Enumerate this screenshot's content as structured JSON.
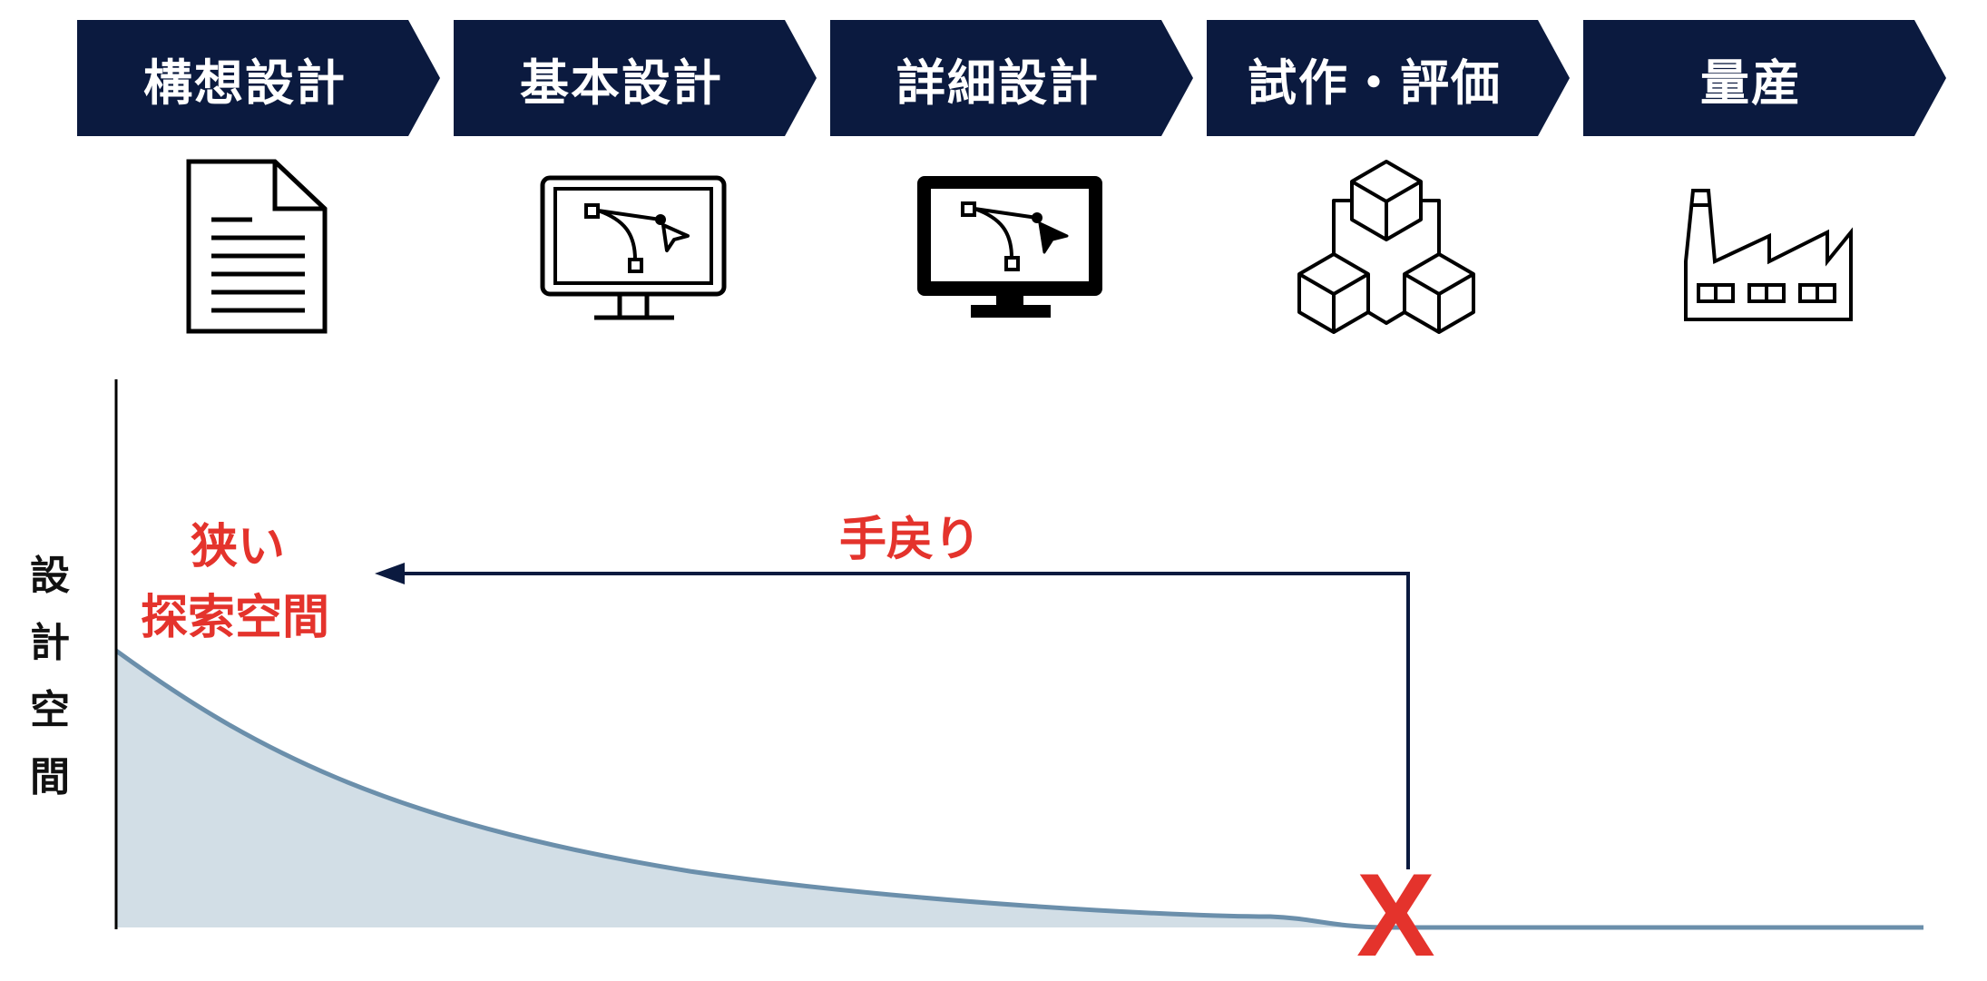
{
  "stages": [
    {
      "label": "構想設計",
      "icon": "document-icon"
    },
    {
      "label": "基本設計",
      "icon": "monitor-vector-outline-icon"
    },
    {
      "label": "詳細設計",
      "icon": "monitor-vector-solid-icon"
    },
    {
      "label": "試作・評価",
      "icon": "cubes-network-icon"
    },
    {
      "label": "量産",
      "icon": "factory-icon"
    }
  ],
  "diagram": {
    "y_axis_label": [
      "設",
      "計",
      "空",
      "間"
    ],
    "narrow_space_label_line1": "狭い",
    "narrow_space_label_line2": "探索空間",
    "rework_label": "手戻り",
    "failure_mark": "X",
    "colors": {
      "header": "#0b1a3f",
      "accent_red": "#e4332c",
      "curve_line": "#6b8fab",
      "curve_fill": "#d2dee6",
      "arrow": "#0b1a3f"
    }
  }
}
